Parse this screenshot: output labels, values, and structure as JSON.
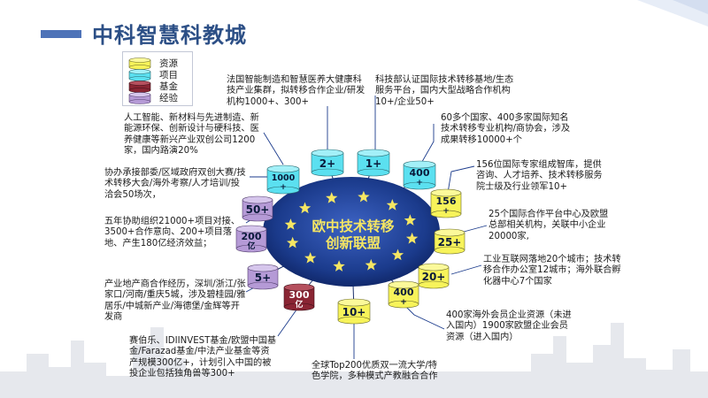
{
  "header": {
    "title": "中科智慧科教城"
  },
  "legend": {
    "items": [
      {
        "label": "资源",
        "color": "#f7f35a"
      },
      {
        "label": "项目",
        "color": "#5be0f0"
      },
      {
        "label": "基金",
        "color": "#8a2533"
      },
      {
        "label": "经验",
        "color": "#b59ad6"
      }
    ]
  },
  "hub": {
    "line1": "欧中技术转移",
    "line2": "创新联盟"
  },
  "colors": {
    "resource": "#f7f35a",
    "project": "#5be0f0",
    "fund": "#8a2533",
    "experience": "#b59ad6",
    "hub": "#1b3b8c",
    "accent": "#4e73b8"
  },
  "nodes": [
    {
      "value": "2+",
      "kind": "project"
    },
    {
      "value": "1+",
      "kind": "project"
    },
    {
      "value": "400 +",
      "kind": "project"
    },
    {
      "value": "156 +",
      "kind": "resource"
    },
    {
      "value": "25+",
      "kind": "resource"
    },
    {
      "value": "20+",
      "kind": "resource"
    },
    {
      "value": "400 +",
      "kind": "resource"
    },
    {
      "value": "10+",
      "kind": "resource"
    },
    {
      "value": "300 亿",
      "kind": "fund"
    },
    {
      "value": "5+",
      "kind": "experience"
    },
    {
      "value": "200 亿",
      "kind": "experience"
    },
    {
      "value": "50+",
      "kind": "experience"
    },
    {
      "value": "1000 +",
      "kind": "project"
    }
  ],
  "labels": [
    "法国智能制造和智慧医养大健康科技产业集群，拟转移合作企业/研发机构1000+、300+",
    "科技部认证国际技术转移基地/生态服务平台，国内大型战略合作机构10+/企业50+",
    "人工智能、新材料与先进制造、新能源环保、创新设计与硬科技、医养健康等新兴产业双创公司1200家，国内路演20%",
    "60多个国家、400多家国际知名技术转移专业机构/商协会，涉及成果转移10000+个",
    "协办承接部委/区域政府双创大赛/技术转移大会/海外考察/人才培训/投洽会50场次，",
    "156位国际专家组成智库，提供咨询、人才培养、技术转移服务院士级及行业领军10+",
    "五年协助组织21000+项目对接、3500+合作意向、200+项目落地、产生180亿经济效益；",
    "25个国际合作平台中心及欧盟总部相关机构，关联中小企业20000家,",
    "产业地产商合作经历，深圳/浙江/张家口/河南/重庆5城，涉及碧桂园/雅居乐/中城新产业/海德堡/金辉等开发商",
    "工业互联网落地20个城市；技术转移合作办公室12城市；海外联合孵化器中心7个国家",
    "赛伯乐、IDIINVEST基金/欧盟中国基金/Farazad基金/中法产业基金等资产规模300亿+，计划引入中国的被投企业包括独角兽等300+",
    "400家海外会员企业资源（未进入国内）1900家欧盟企业会员资源（进入国内）",
    "全球Top200优质双一流大学/特色学院，多种模式产教融合合作"
  ]
}
